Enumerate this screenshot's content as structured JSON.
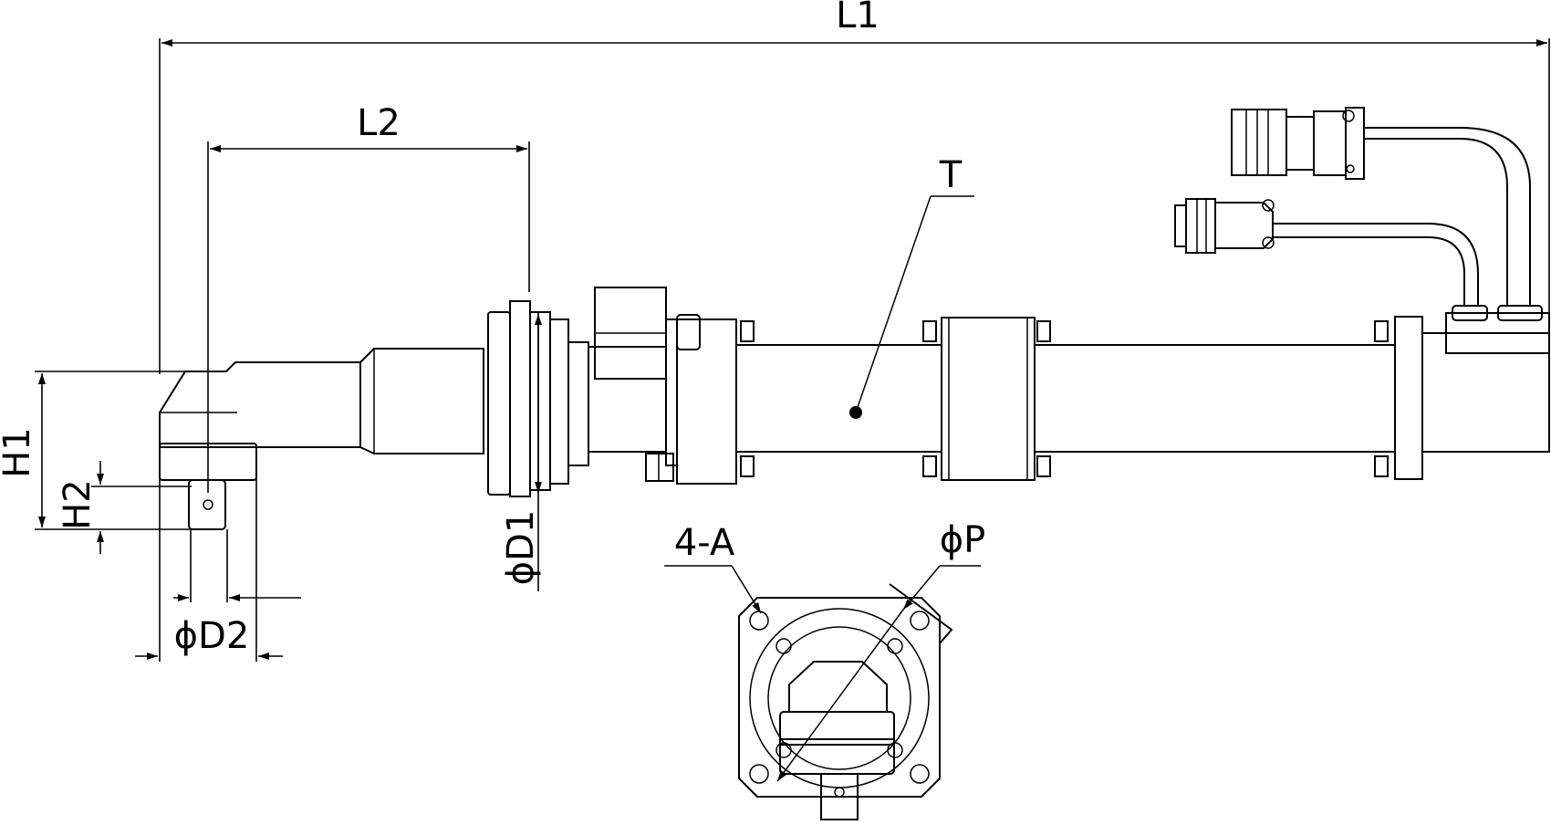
{
  "labels": {
    "l1": "L1",
    "l2": "L2",
    "h1": "H1",
    "h2": "H2",
    "d1": "ϕD1",
    "d2": "ϕD2",
    "t": "T",
    "a": "4-A",
    "p": "ϕP"
  },
  "colors": {
    "ink": "#000000",
    "paper": "#ffffff"
  }
}
